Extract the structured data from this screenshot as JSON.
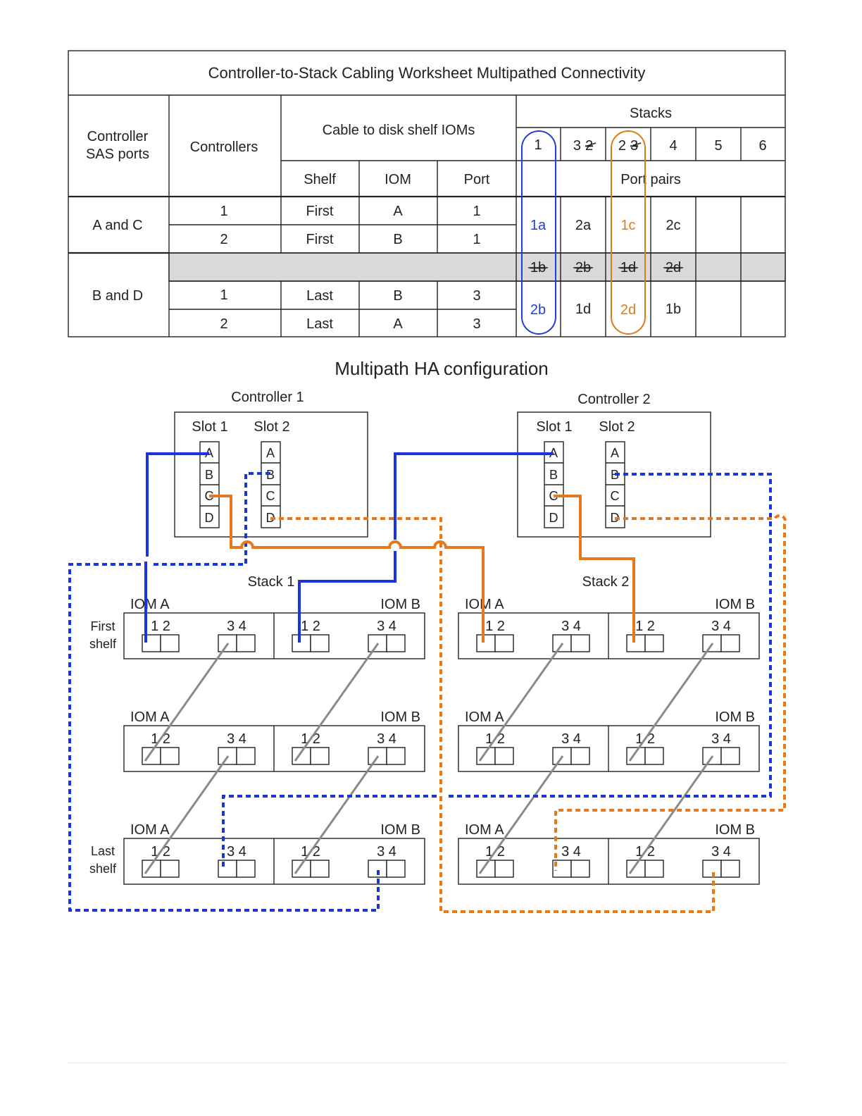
{
  "worksheet": {
    "title": "Controller-to-Stack Cabling Worksheet Multipathed Connectivity",
    "col_sas_ports": "Controller SAS ports",
    "col_sas_ports_line1": "Controller",
    "col_sas_ports_line2": "SAS ports",
    "col_controllers": "Controllers",
    "col_cable": "Cable to disk shelf IOMs",
    "col_shelf": "Shelf",
    "col_iom": "IOM",
    "col_port": "Port",
    "col_stacks": "Stacks",
    "port_pairs": "Port pairs",
    "stack_numbers": [
      {
        "text": "1"
      },
      {
        "text": "3",
        "struck": "2"
      },
      {
        "text": "2",
        "struck": "3"
      },
      {
        "text": "4"
      },
      {
        "text": "5"
      },
      {
        "text": "6"
      }
    ],
    "group_a": {
      "label": "A and C",
      "rows": [
        {
          "controller": "1",
          "shelf": "First",
          "iom": "A",
          "port": "1"
        },
        {
          "controller": "2",
          "shelf": "First",
          "iom": "B",
          "port": "1"
        }
      ],
      "pairs": [
        "1a",
        "2a",
        "1c",
        "2c",
        "",
        ""
      ]
    },
    "struck_pairs": [
      "1b",
      "2b",
      "1d",
      "2d"
    ],
    "group_b": {
      "label": "B and D",
      "rows": [
        {
          "controller": "1",
          "shelf": "Last",
          "iom": "B",
          "port": "3"
        },
        {
          "controller": "2",
          "shelf": "Last",
          "iom": "A",
          "port": "3"
        }
      ],
      "pairs": [
        "2b",
        "1d",
        "2d",
        "1b",
        "",
        ""
      ]
    },
    "highlight_colors": {
      "stack1": "#1f3fd6",
      "stack2": "#e07a18"
    }
  },
  "diagram": {
    "title": "Multipath HA configuration",
    "controllers": [
      {
        "label": "Controller 1",
        "slot1": "Slot 1",
        "slot2": "Slot 2",
        "ports": [
          "A",
          "B",
          "C",
          "D"
        ]
      },
      {
        "label": "Controller 2",
        "slot1": "Slot 1",
        "slot2": "Slot 2",
        "ports": [
          "A",
          "B",
          "C",
          "D"
        ]
      }
    ],
    "stack_labels": [
      "Stack 1",
      "Stack 2"
    ],
    "iom_a": "IOM A",
    "iom_b": "IOM B",
    "port_labels_left": "1 2",
    "port_labels_right": "3 4",
    "first_shelf": [
      "First",
      "shelf"
    ],
    "last_shelf": [
      "Last",
      "shelf"
    ],
    "cable_colors": {
      "primary": "#1a35e0",
      "secondary": "#e8781a",
      "daisy_chain": "#8a8a8a"
    }
  }
}
